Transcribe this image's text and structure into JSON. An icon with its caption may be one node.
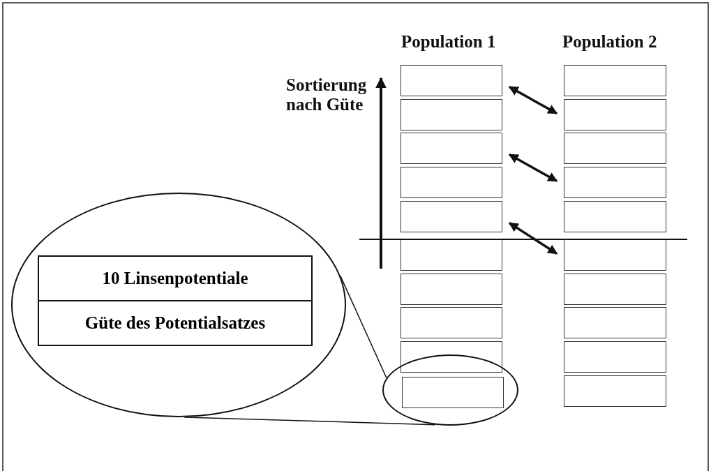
{
  "diagram": {
    "nodes": [
      {
        "text": [],
        "shape": "box"
      },
      {
        "text": [],
        "shape": "box"
      },
      {
        "text": [],
        "shape": "box"
      },
      {
        "text": [],
        "shape": "box"
      },
      {
        "text": [],
        "shape": "box"
      },
      {
        "text": [],
        "shape": "box"
      },
      {
        "text": [],
        "shape": "box"
      },
      {
        "text": [],
        "shape": "box"
      },
      {
        "text": [],
        "shape": "box"
      },
      {
        "text": [],
        "shape": "box",
        "in": 23
      },
      {
        "text": [],
        "shape": "box"
      },
      {
        "text": [],
        "shape": "box"
      },
      {
        "text": [],
        "shape": "box"
      },
      {
        "text": [],
        "shape": "box"
      },
      {
        "text": [],
        "shape": "box"
      },
      {
        "text": [],
        "shape": "box"
      },
      {
        "text": [],
        "shape": "box"
      },
      {
        "text": [],
        "shape": "box"
      },
      {
        "text": [],
        "shape": "box"
      },
      {
        "text": [],
        "shape": "box"
      },
      {
        "text": [],
        "shape": "circle"
      },
      {
        "text": [
          "10 Linsenpotentiale"
        ],
        "in": 20
      },
      {
        "text": [
          "Güte des Potentialsatzes"
        ],
        "in": 20
      },
      {
        "text": [],
        "shape": "circle"
      }
    ],
    "edges": [
      {
        "from": 0,
        "to": 11,
        "arrow": "both"
      },
      {
        "from": 2,
        "to": 13,
        "arrow": "both"
      },
      {
        "from": 4,
        "to": 15,
        "arrow": "both"
      },
      {
        "from": 23,
        "to": 20,
        "arrow": "none"
      },
      {
        "from": 23,
        "to": 20,
        "arrow": "none"
      }
    ],
    "labels": [
      "Population 1",
      "Population 2",
      "Sortierung nach Güte"
    ]
  }
}
